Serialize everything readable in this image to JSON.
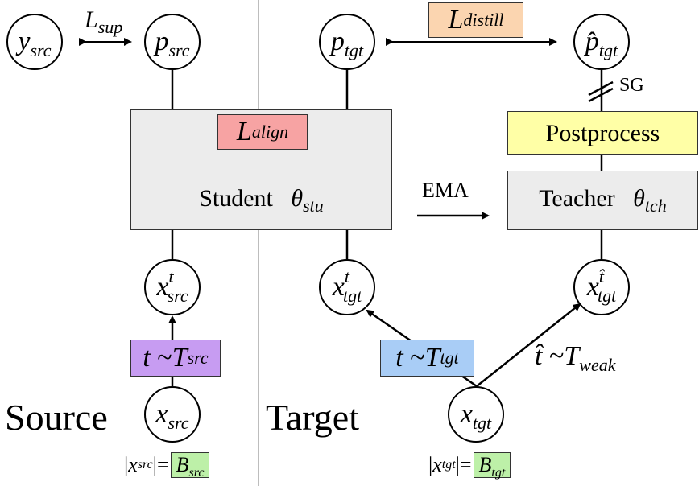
{
  "source_label": "Source",
  "target_label": "Target",
  "student": {
    "label": "Student",
    "param": "θ",
    "param_sub": "stu"
  },
  "teacher": {
    "label": "Teacher",
    "param": "θ",
    "param_sub": "tch"
  },
  "postprocess_label": "Postprocess",
  "ema_label": "EMA",
  "sg_label": "SG",
  "losses": {
    "sup": {
      "base": "L",
      "sub": "sup"
    },
    "align": {
      "base": "L",
      "sub": "align"
    },
    "distill": {
      "base": "L",
      "sub": "distill"
    }
  },
  "nodes": {
    "y_src": {
      "base": "y",
      "sub": "src"
    },
    "p_src": {
      "base": "p",
      "sub": "src"
    },
    "p_tgt": {
      "base": "p",
      "sub": "tgt"
    },
    "p_hat_tgt": {
      "base": "p̂",
      "sub": "tgt"
    },
    "x_t_src": {
      "base": "x",
      "sup": "t",
      "sub": "src"
    },
    "x_t_tgt": {
      "base": "x",
      "sup": "t",
      "sub": "tgt"
    },
    "x_that_tgt": {
      "base": "x",
      "sup": "t̂",
      "sub": "tgt"
    },
    "x_src": {
      "base": "x",
      "sub": "src"
    },
    "x_tgt": {
      "base": "x",
      "sub": "tgt"
    }
  },
  "transforms": {
    "src": {
      "var": "t",
      "sym": "~",
      "T": "T",
      "sub": "src"
    },
    "tgt": {
      "var": "t",
      "sym": "~",
      "T": "T",
      "sub": "tgt"
    },
    "weak": {
      "var": "t̂",
      "sym": "~",
      "T": "T",
      "sub": "weak"
    }
  },
  "batch": {
    "src": {
      "open": "|",
      "x": "x",
      "xsub": "src",
      "close": "|=",
      "B": "B",
      "Bsub": "src"
    },
    "tgt": {
      "open": "|",
      "x": "x",
      "xsub": "tgt",
      "close": "|=",
      "B": "B",
      "Bsub": "tgt"
    }
  },
  "colors": {
    "align": "#f7a3a3",
    "distill": "#fbd5b0",
    "transform_src": "#c79cf2",
    "transform_tgt": "#a9cdf6",
    "postprocess": "#ffffa6",
    "batch": "#bdf0a8",
    "module_fill": "#ececec"
  }
}
